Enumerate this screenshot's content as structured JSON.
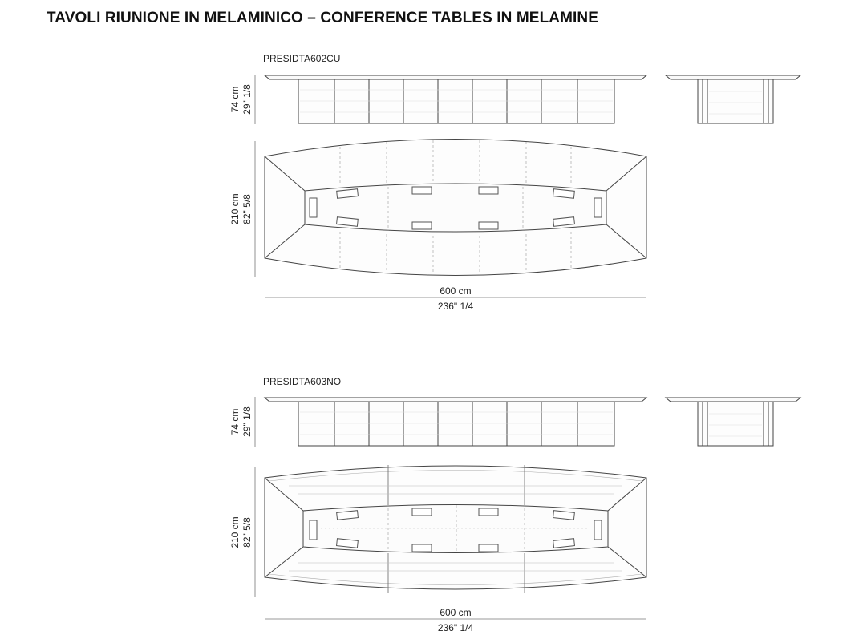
{
  "title": "TAVOLI RIUNIONE IN MELAMINICO – CONFERENCE TABLES IN MELAMINE",
  "tables": [
    {
      "code": "PRESIDTA602CU",
      "height_cm": "74 cm",
      "height_in": "29\" 1/8",
      "depth_cm": "210 cm",
      "depth_in": "82\" 5/8",
      "width_cm": "600 cm",
      "width_in": "236\" 1/4"
    },
    {
      "code": "PRESIDTA603NO",
      "height_cm": "74 cm",
      "height_in": "29\" 1/8",
      "depth_cm": "210 cm",
      "depth_in": "82\" 5/8",
      "width_cm": "600 cm",
      "width_in": "236\" 1/4"
    }
  ]
}
